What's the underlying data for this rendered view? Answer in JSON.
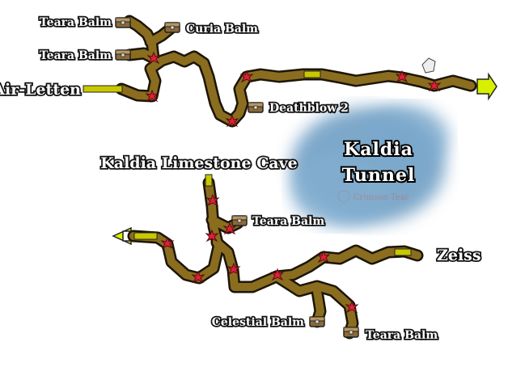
{
  "map": {
    "area_title_line1": "Kaldia",
    "area_title_line2": "Tunnel",
    "watermark": "Crimson Tear",
    "exits": {
      "air_letten": "Air-Letten",
      "kaldia_limestone_cave": "Kaldia Limestone Cave",
      "zeiss": "Zeiss"
    },
    "treasures": [
      {
        "label": "Teara Balm"
      },
      {
        "label": "Curia Balm"
      },
      {
        "label": "Teara Balm"
      },
      {
        "label": "Deathblow 2"
      },
      {
        "label": "Teara Balm"
      },
      {
        "label": "Celestial Balm"
      },
      {
        "label": "Teara Balm"
      }
    ],
    "colors": {
      "tunnel": "#8a6d1e",
      "exit_bar": "#c8c800",
      "arrow": "#d8f000",
      "monster": "#e0203a",
      "cloud": "#6f9fc4"
    }
  }
}
